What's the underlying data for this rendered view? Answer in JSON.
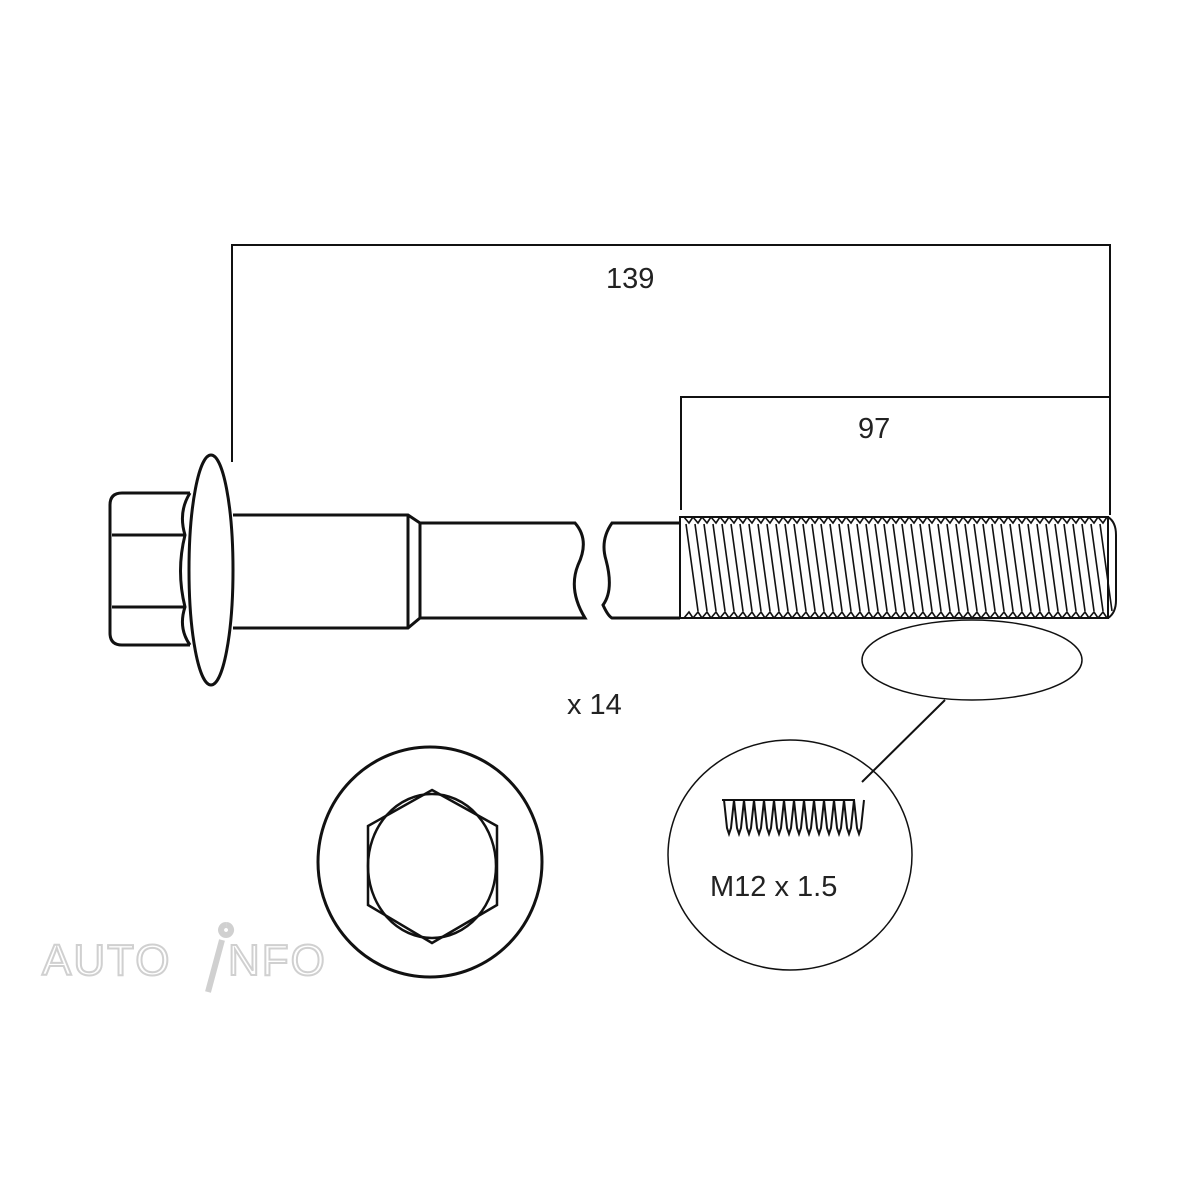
{
  "dimensions": {
    "overall_length": "139",
    "thread_length": "97",
    "quantity": "x 14",
    "thread_spec": "M12 x 1.5"
  },
  "watermark": "AUTOINFO",
  "colors": {
    "line": "#111111",
    "watermark": "#d0d0d0"
  }
}
